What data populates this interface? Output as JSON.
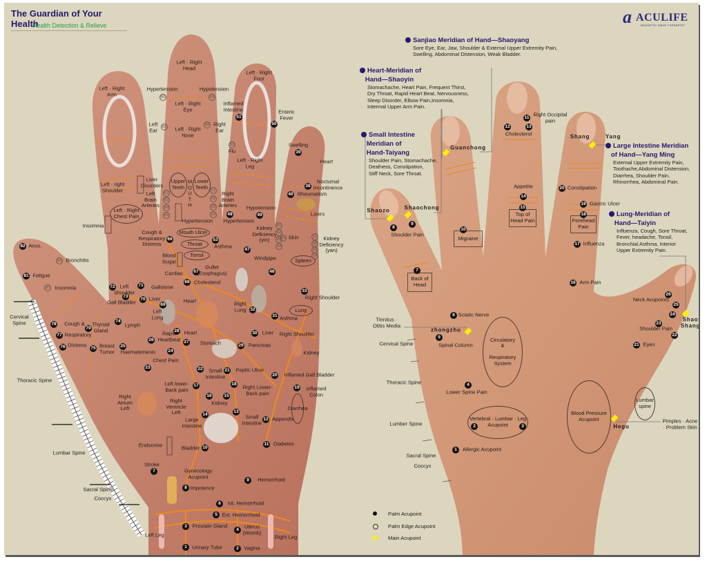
{
  "header": {
    "title": "The Guardian of Your Health",
    "subtitle": "Health Detection & Relieve"
  },
  "logo": {
    "name": "ACULIFE",
    "tagline": "MAGNETIC WAVE THERAPIST"
  },
  "colors": {
    "background": "#dcd6bf",
    "palm_skin": "#c5836c",
    "back_skin": "#d39c7d",
    "meridian_text": "#27196c",
    "main_acupoint": "#ffee00",
    "channel_line": "#f08a1c"
  },
  "meridians": [
    {
      "title": "Sanjiao Meridian of Hand—Shaoyang",
      "body": "Sore Eye, Ear, Jaw, Shoulder & External Upper Extremity Pain,\nSwelling, Abdominal Distension, Weak Bladder."
    },
    {
      "title": "Heart-Meridian of\n   Hand—Shaoyin",
      "body": "Stomachache, Heart Pain, Frequent Thirst,\nDry Throat, Rapid Heart Beat, Nervousness,\nSleep Disorder, Elbow Pain,Insomnia,\nIntermal Upper Arm Pain."
    },
    {
      "title": "Small Intestine\n   Meridian of\n   Hand-Taiyang",
      "body": "Shoulder Pain, Stomachache,\nDeafness, Constipation,\nStiff Neck, Sore Throat."
    },
    {
      "title": "Large Intestine Meridian\n   of Hand—Yang Ming",
      "body": "External Upper Extremity Pain,\nToothache,Abdominal Distension,\nDiarrhea, Shoulder Pain,\nRhinorrhea, Abdominal Pain."
    },
    {
      "title": "Lung-Meridian of\n   Hand—Taiyin",
      "body": "Influenza, Cough, Sore Throat,\nFever, headache, Tonsil,\nBronchial Asthma, Interior\nUpper Extremity Pain."
    }
  ],
  "palm": {
    "labels": [
      "Left · Right\nHead",
      "Left · Right\nArm",
      "Hypertension",
      "Hypotension",
      "Left · Right\nEye",
      "Left\nEar",
      "Right\nEar",
      "Left · Right\nNose",
      "Left · Right\nFoot",
      "Inflamed\nintestine",
      "Enteric\nFever",
      "Flu",
      "Left · Right\nLeg",
      "Swelling",
      "Heart",
      "Noctumal\nIncontinence",
      "Liver\nDisorders",
      "Left · right\nShoulder",
      "Upper\nTeeth",
      "M\nO\nU\nT\nH",
      "Lower\nTeeth",
      "Left\nBrain\nArteries",
      "Right\nBrain\nArteries",
      "Left · Right\nChest Pain",
      "Insomnia",
      "Hypertension",
      "Hypertension",
      "Hypotension",
      "Rheumatism",
      "Livers",
      "Kidney\nDeficiency\n(yin)",
      "Skin",
      "Cough &\nRespiratory\nDistress",
      "Mouth Ulcer",
      "Throat",
      "Tonsil",
      "Asthma",
      "Kidney\nDeficiency\n(yan)",
      "Anus",
      "Bronchitis",
      "Fatigue",
      "Insomnia",
      "Spleen",
      "Windpipe",
      "Blood\nSugar",
      "Cardiac",
      "Gullet\n(Esophagus)",
      "Cholesterol",
      "Left\nShoulder",
      "Gallstone",
      "Gall Bladder",
      "Liver",
      "Heart",
      "Left\nLung",
      "Right Shoulder",
      "Right\nLung",
      "Lung",
      "Asthma",
      "Cervical\nSpine",
      "Cough &",
      "Thyroid\nGland",
      "Lymph",
      "Respiratory",
      "Distress",
      "Breast\nTumor",
      "Haematemesis",
      "Rapid\nHeartbeat",
      "Heart",
      "Stomach",
      "Pancreas",
      "Liver",
      "Right Shoulder",
      "Kidney",
      "Chest Pain",
      "Small\nIntestine",
      "Peptic Ulcer",
      "Inflamed Gall Bladder",
      "Thoracic Spine",
      "Left lower-\nBack pain",
      "Right Lower-\nBack pain",
      "Inflamed\nColon",
      "Right\nAtrium\nLeft",
      "Right\nVentricle\nLeft",
      "Kidney",
      "Large\nIntestine",
      "Small\nIntestine",
      "Appendix",
      "Diarrhea",
      "Endocrine",
      "Bladder",
      "Diabetes",
      "Lumbar Spine",
      "Stroke",
      "Gynecology\nAcupoint",
      "Hemorrhoid",
      "Impotence",
      "Sacral Spine",
      "Coccyx",
      "Int. Hemorrhoid",
      "Ext. Hemorrhoid",
      "Prostate Gland",
      "Uterus\n(Womb)",
      "Left Leg",
      "Right Leg",
      "Urinary Tube",
      "Vagina"
    ],
    "points": [
      {
        "n": "60",
        "type": "edge"
      },
      {
        "n": "59",
        "type": "edge"
      },
      {
        "n": "61",
        "type": "edge"
      },
      {
        "n": "58",
        "type": "edge"
      },
      {
        "n": "51",
        "type": "palm"
      },
      {
        "n": "50",
        "type": "palm"
      },
      {
        "n": "52",
        "type": "edge"
      },
      {
        "n": "39",
        "type": "palm"
      },
      {
        "n": "38",
        "type": "palm"
      },
      {
        "n": "62",
        "type": "edge"
      },
      {
        "n": "63",
        "type": "edge"
      },
      {
        "n": "64",
        "type": "edge"
      },
      {
        "n": "65",
        "type": "edge"
      },
      {
        "n": "57",
        "type": "edge"
      },
      {
        "n": "56",
        "type": "edge"
      },
      {
        "n": "55",
        "type": "edge"
      },
      {
        "n": "54",
        "type": "edge"
      },
      {
        "n": "48",
        "type": "palm"
      },
      {
        "n": "49",
        "type": "palm"
      },
      {
        "n": "40",
        "type": "palm"
      },
      {
        "n": "41",
        "type": "edge"
      },
      {
        "n": "42",
        "type": "edge"
      },
      {
        "n": "43",
        "type": "edge"
      },
      {
        "n": "44",
        "type": "edge"
      },
      {
        "n": "45",
        "type": "edge"
      },
      {
        "n": "37",
        "type": "edge"
      },
      {
        "n": "36",
        "type": "edge"
      },
      {
        "n": "35",
        "type": "edge"
      },
      {
        "n": "34",
        "type": "edge"
      },
      {
        "n": "66",
        "type": "palm"
      },
      {
        "n": "53",
        "type": "palm"
      },
      {
        "n": "47",
        "type": "palm"
      },
      {
        "n": "82",
        "type": "palm"
      },
      {
        "n": "83",
        "type": "edge"
      },
      {
        "n": "81",
        "type": "palm"
      },
      {
        "n": "80",
        "type": "edge"
      },
      {
        "n": "46",
        "type": "palm"
      },
      {
        "n": "67",
        "type": "palm"
      },
      {
        "n": "68",
        "type": "palm"
      },
      {
        "n": "72",
        "type": "palm"
      },
      {
        "n": "71",
        "type": "palm"
      },
      {
        "n": "73",
        "type": "palm"
      },
      {
        "n": "70",
        "type": "palm"
      },
      {
        "n": "69",
        "type": "palm"
      },
      {
        "n": "33",
        "type": "palm"
      },
      {
        "n": "32",
        "type": "palm"
      },
      {
        "n": "31",
        "type": "palm"
      },
      {
        "n": "78",
        "type": "palm"
      },
      {
        "n": "79",
        "type": "palm"
      },
      {
        "n": "74",
        "type": "palm"
      },
      {
        "n": "77",
        "type": "palm"
      },
      {
        "n": "76",
        "type": "palm"
      },
      {
        "n": "75",
        "type": "palm"
      },
      {
        "n": "25",
        "type": "palm"
      },
      {
        "n": "26",
        "type": "palm"
      },
      {
        "n": "27",
        "type": "palm"
      },
      {
        "n": "28",
        "type": "palm"
      },
      {
        "n": "29",
        "type": "palm"
      },
      {
        "n": "30",
        "type": "palm"
      },
      {
        "n": "24",
        "type": "palm"
      },
      {
        "n": "23",
        "type": "palm"
      },
      {
        "n": "22",
        "type": "palm"
      },
      {
        "n": "21",
        "type": "palm"
      },
      {
        "n": "20",
        "type": "palm"
      },
      {
        "n": "17",
        "type": "palm"
      },
      {
        "n": "18",
        "type": "palm"
      },
      {
        "n": "19",
        "type": "palm"
      },
      {
        "n": "16",
        "type": "palm"
      },
      {
        "n": "15",
        "type": "palm"
      },
      {
        "n": "14",
        "type": "palm"
      },
      {
        "n": "13",
        "type": "palm"
      },
      {
        "n": "12",
        "type": "palm"
      },
      {
        "n": "10",
        "type": "palm"
      },
      {
        "n": "11",
        "type": "palm"
      },
      {
        "n": "7",
        "type": "palm"
      },
      {
        "n": "9",
        "type": "palm"
      },
      {
        "n": "8",
        "type": "palm"
      },
      {
        "n": "6",
        "type": "palm"
      },
      {
        "n": "5",
        "type": "palm"
      },
      {
        "n": "3",
        "type": "palm"
      },
      {
        "n": "4",
        "type": "palm"
      },
      {
        "n": "1",
        "type": "palm"
      },
      {
        "n": "2",
        "type": "palm"
      }
    ]
  },
  "back": {
    "labels": [
      "Right Occipital\npain",
      "Cholesterol",
      "Shang",
      "Yang",
      "Guanchong",
      "Shaozo",
      "Shaochong",
      "Shoulder Pain",
      "Appetite",
      "Top of\nHead Pain",
      "Constipation",
      "Gastric Ulcer",
      "Forehead\nPain",
      "Migraine",
      "Influenza",
      "Back of\nHead",
      "Arm Pain",
      "Neck Acupoints",
      "Shao\nShang",
      "Sciatic Nerve",
      "Tinnitus ·\nOtitis Media",
      "zhongzhu",
      "Spinal Column",
      "Cervical Spine",
      "Circulatory\n&\n\nRespiratory\nSystem",
      "Shoulder Pain",
      "Eyes",
      "Thoracic Spine",
      "Lower Spine Pain",
      "Lumber Spine",
      "Vertebral · Lumbar · Leg\nAcupoint",
      "Blood Pressure\nAcupoint",
      "Hegu",
      "Lumbar\nspine",
      "Pimples · Acne\n· Problem Skin",
      "Allergic Acupoint",
      "Sacral Spine",
      "Coccyx"
    ],
    "points": [
      {
        "n": "11",
        "type": "palm"
      },
      {
        "n": "12",
        "type": "palm"
      },
      {
        "n": "13",
        "type": "palm"
      },
      {
        "n": "8",
        "type": "palm"
      },
      {
        "n": "9",
        "type": "palm"
      },
      {
        "n": "14",
        "type": "palm"
      },
      {
        "n": "15",
        "type": "palm"
      },
      {
        "n": "20",
        "type": "palm"
      },
      {
        "n": "19",
        "type": "palm"
      },
      {
        "n": "18",
        "type": "palm"
      },
      {
        "n": "10",
        "type": "palm"
      },
      {
        "n": "17",
        "type": "palm"
      },
      {
        "n": "7",
        "type": "palm"
      },
      {
        "n": "16",
        "type": "palm"
      },
      {
        "n": "26",
        "type": "palm"
      },
      {
        "n": "25",
        "type": "palm"
      },
      {
        "n": "24",
        "type": "palm"
      },
      {
        "n": "6",
        "type": "palm"
      },
      {
        "n": "5",
        "type": "palm"
      },
      {
        "n": "23",
        "type": "palm"
      },
      {
        "n": "22",
        "type": "palm"
      },
      {
        "n": "21",
        "type": "palm"
      },
      {
        "n": "4",
        "type": "palm"
      },
      {
        "n": "2",
        "type": "palm"
      },
      {
        "n": "3",
        "type": "palm"
      },
      {
        "n": "1",
        "type": "palm"
      }
    ],
    "main_acupoints": [
      "Shang Yang",
      "Guanchong",
      "Shaozo",
      "Shaochong",
      "Shao Shang",
      "zhongzhu",
      "Hegu"
    ]
  },
  "legend": [
    {
      "symbol": "palm",
      "label": "Palm Acupoint"
    },
    {
      "symbol": "edge",
      "label": "Palm Edge Acupoint"
    },
    {
      "symbol": "main",
      "label": "Main Acupoint"
    }
  ]
}
